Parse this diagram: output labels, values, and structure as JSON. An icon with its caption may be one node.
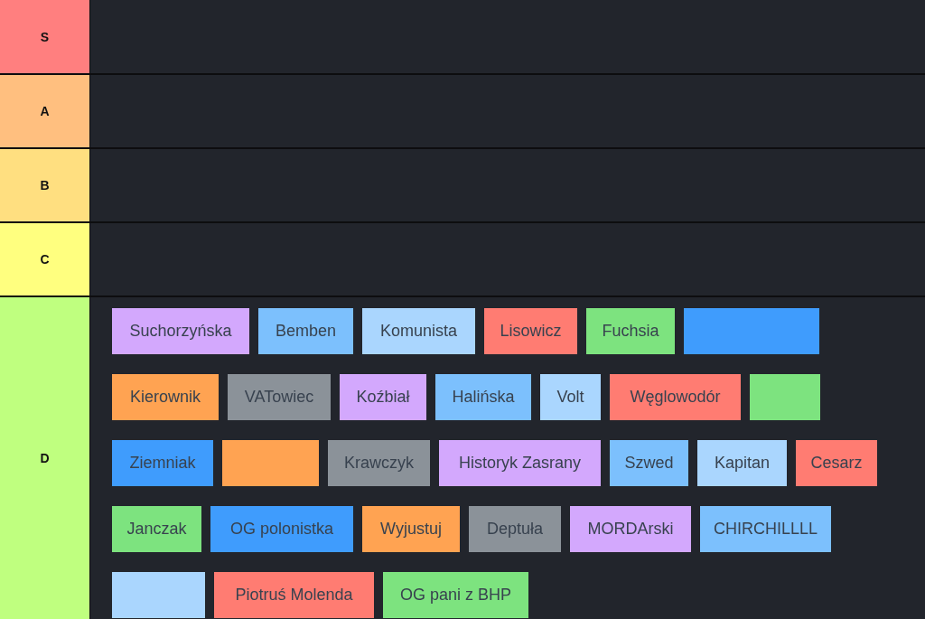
{
  "diagram": {
    "nodes": [
      {
        "text": [
          "S"
        ]
      },
      {
        "text": [
          "A"
        ]
      },
      {
        "text": [
          "B"
        ]
      },
      {
        "text": [
          "C"
        ]
      },
      {
        "text": [
          "D"
        ]
      },
      {
        "text": [
          "Suchorzyńska"
        ],
        "in": 4
      },
      {
        "text": [
          "Bemben"
        ],
        "in": 4
      },
      {
        "text": [
          "Komunista"
        ],
        "in": 4
      },
      {
        "text": [
          "Lisowicz"
        ],
        "in": 4
      },
      {
        "text": [
          "Fuchsia"
        ],
        "in": 4
      },
      {
        "text": [],
        "shape": "box",
        "in": 4
      },
      {
        "text": [
          "Kierownik"
        ],
        "in": 4
      },
      {
        "text": [
          "VATowiec"
        ],
        "in": 4
      },
      {
        "text": [
          "Koźbiał"
        ],
        "in": 4
      },
      {
        "text": [
          "Halińska"
        ],
        "in": 4
      },
      {
        "text": [
          "Volt"
        ],
        "in": 4
      },
      {
        "text": [
          "Węglowodór"
        ],
        "in": 4
      },
      {
        "text": [],
        "shape": "box",
        "in": 4
      },
      {
        "text": [
          "Ziemniak"
        ],
        "in": 4
      },
      {
        "text": [],
        "shape": "box",
        "in": 4
      },
      {
        "text": [
          "Krawczyk"
        ],
        "in": 4
      },
      {
        "text": [
          "Historyk Zasrany"
        ],
        "in": 4
      },
      {
        "text": [
          "Szwed"
        ],
        "in": 4
      },
      {
        "text": [
          "Kapitan"
        ],
        "in": 4
      },
      {
        "text": [
          "Cesarz"
        ],
        "in": 4
      },
      {
        "text": [
          "Janczak"
        ],
        "in": 4
      },
      {
        "text": [
          "OG polonistka"
        ],
        "in": 4
      },
      {
        "text": [
          "Wyjustuj"
        ],
        "in": 4
      },
      {
        "text": [
          "Deptuła"
        ],
        "in": 4
      },
      {
        "text": [
          "MORDArski"
        ],
        "in": 4
      },
      {
        "text": [
          "CHIRCHILLLL"
        ],
        "in": 4
      },
      {
        "text": [],
        "shape": "box",
        "in": 4
      },
      {
        "text": [
          "Piotruś Molenda"
        ],
        "in": 4
      },
      {
        "text": [
          "OG pani z BHP"
        ],
        "in": 4
      }
    ]
  }
}
